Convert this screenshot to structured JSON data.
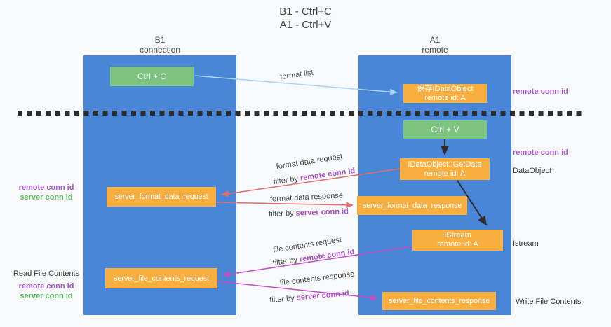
{
  "title": {
    "line1": "B1 - Ctrl+C",
    "line2": "A1 - Ctrl+V"
  },
  "lanes": {
    "left": {
      "name": "B1",
      "subtitle": "connection"
    },
    "right": {
      "name": "A1",
      "subtitle": "remote"
    }
  },
  "nodes": {
    "ctrl_c": {
      "label": "Ctrl + C"
    },
    "ctrl_v": {
      "label": "Ctrl + V"
    },
    "save_dataobject": {
      "line1": "保存IDataObject",
      "line2": "remote id: A"
    },
    "getdata": {
      "line1": "IDataObject::GetData",
      "line2": "remote id: A"
    },
    "istream": {
      "line1": "IStream",
      "line2": "remote id: A"
    },
    "format_request": {
      "label": "server_format_data_request"
    },
    "format_response": {
      "label": "server_format_data_response"
    },
    "file_request": {
      "label": "server_file_contents_request"
    },
    "file_response": {
      "label": "server_file_contents_response"
    }
  },
  "edge_labels": {
    "format_list": "format list",
    "format_data_request": "format data request",
    "format_data_response": "format data response",
    "file_contents_request": "file contents request",
    "file_contents_response": "file contents response",
    "filter_by": "filter by ",
    "remote_conn_id": "remote conn id",
    "server_conn_id": "server conn id"
  },
  "annotations": {
    "left_top": {
      "remote": "remote conn id",
      "server": "server conn id"
    },
    "left_bottom": {
      "title": "Read File Contents",
      "remote": "remote conn id",
      "server": "server conn id"
    },
    "right": {
      "remote_top": "remote conn id",
      "remote_mid": "remote conn id",
      "dataobject": "DataObject",
      "istream": "Istream",
      "write": "Write File Contents"
    }
  },
  "colors": {
    "lane_blue": "#4a86d8",
    "box_green": "#7cc47f",
    "box_orange": "#f9ae40",
    "arrow_blue": "#a9d3f5",
    "arrow_red": "#e06e6e",
    "arrow_magenta": "#c44fc4",
    "arrow_black": "#2d2d2d",
    "conn_purple": "#a656c8",
    "conn_green": "#5cb85c"
  }
}
